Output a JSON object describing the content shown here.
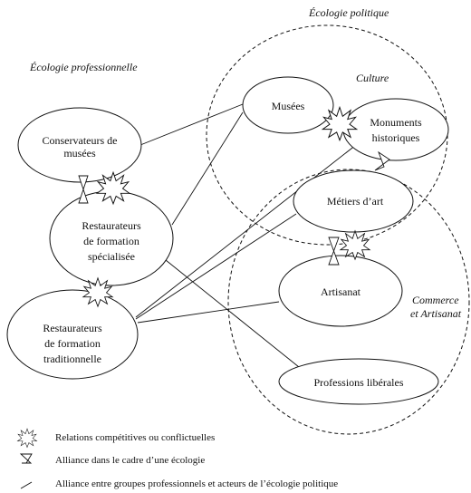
{
  "ecologies": {
    "politique": "Écologie politique",
    "professionnelle": "Écologie professionnelle",
    "culture": "Culture",
    "commerce": [
      "Commerce",
      "et Artisanat"
    ]
  },
  "nodes": {
    "conservateurs": [
      "Conservateurs de",
      "musées"
    ],
    "restaurateurs_specialises": [
      "Restaurateurs",
      "de formation",
      "spécialisée"
    ],
    "restaurateurs_traditionnels": [
      "Restaurateurs",
      "de formation",
      "traditionnelle"
    ],
    "musees": "Musées",
    "monuments": [
      "Monuments",
      "historiques"
    ],
    "metiers": "Métiers d’art",
    "artisanat": "Artisanat",
    "liberales": "Professions libérales"
  },
  "legend": {
    "conflict": "Relations compétitives ou conflictuelles",
    "alliance": "Alliance dans le cadre d’une écologie",
    "line": "Alliance entre groupes professionnels et acteurs de l’écologie politique"
  },
  "colors": {
    "stroke": "#111111",
    "background": "#ffffff"
  }
}
